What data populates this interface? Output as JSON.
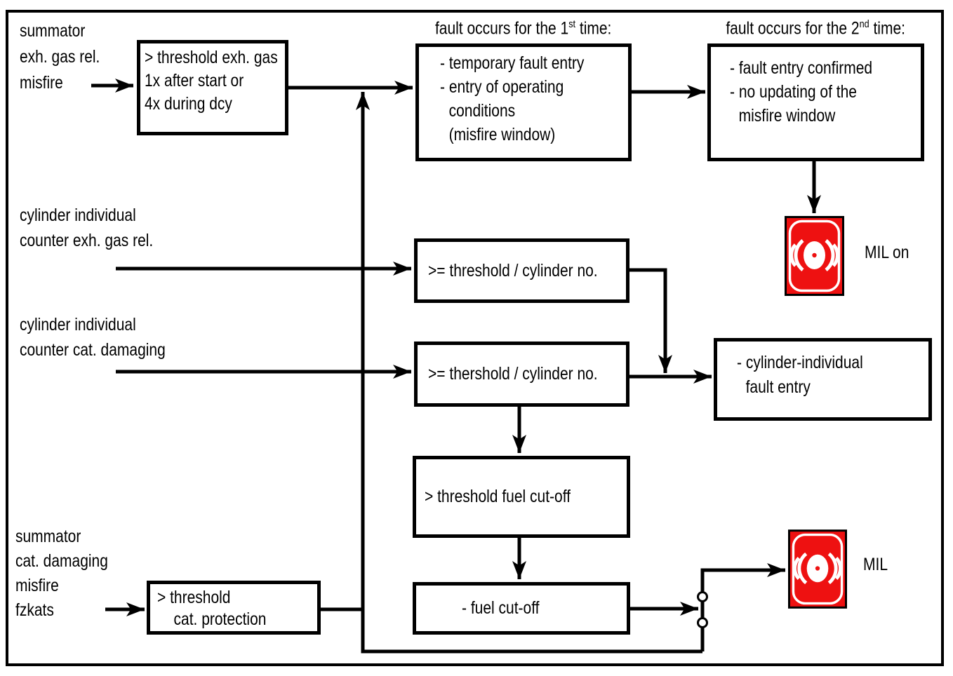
{
  "headers": {
    "first_time": {
      "prefix": "fault occurs for the 1",
      "sup": "st",
      "suffix": " time:"
    },
    "second_time": {
      "prefix": "fault occurs for the 2",
      "sup": "nd",
      "suffix": " time:"
    }
  },
  "inputs": {
    "summator_exh": {
      "lines": [
        "summator",
        "exh. gas rel.",
        "misfire"
      ]
    },
    "cylinder_exh": {
      "lines": [
        "cylinder individual",
        "counter exh. gas rel."
      ]
    },
    "cylinder_cat": {
      "lines": [
        "cylinder individual",
        "counter cat. damaging"
      ]
    },
    "summator_cat": {
      "lines": [
        "summator",
        "cat. damaging",
        "misfire",
        "fzkats"
      ]
    }
  },
  "boxes": {
    "threshold_exh_gas": {
      "lines": [
        "> threshold exh. gas",
        "1x after start or",
        "4x during dcy"
      ]
    },
    "temporary_fault": {
      "lines": [
        "- temporary fault entry",
        "- entry of operating",
        "conditions",
        "(misfire window)"
      ]
    },
    "fault_confirmed": {
      "lines": [
        "- fault entry confirmed",
        "- no updating of the",
        "misfire window"
      ]
    },
    "threshold_cylinder_exh": {
      "label": ">= threshold / cylinder no."
    },
    "threshold_cylinder_cat": {
      "label": ">= thershold / cylinder no."
    },
    "cylinder_fault_entry": {
      "lines": [
        "- cylinder-individual",
        "fault entry"
      ]
    },
    "threshold_fuel_cutoff": {
      "label": "> threshold fuel cut-off"
    },
    "fuel_cutoff": {
      "label": "- fuel cut-off"
    },
    "cat_protection": {
      "lines": [
        "> threshold",
        "cat. protection"
      ]
    }
  },
  "lamps": {
    "mil_on": {
      "label": "MIL on"
    },
    "mil": {
      "label": "MIL"
    }
  },
  "colors": {
    "lamp_red": "#ee1111",
    "line": "#000000"
  }
}
